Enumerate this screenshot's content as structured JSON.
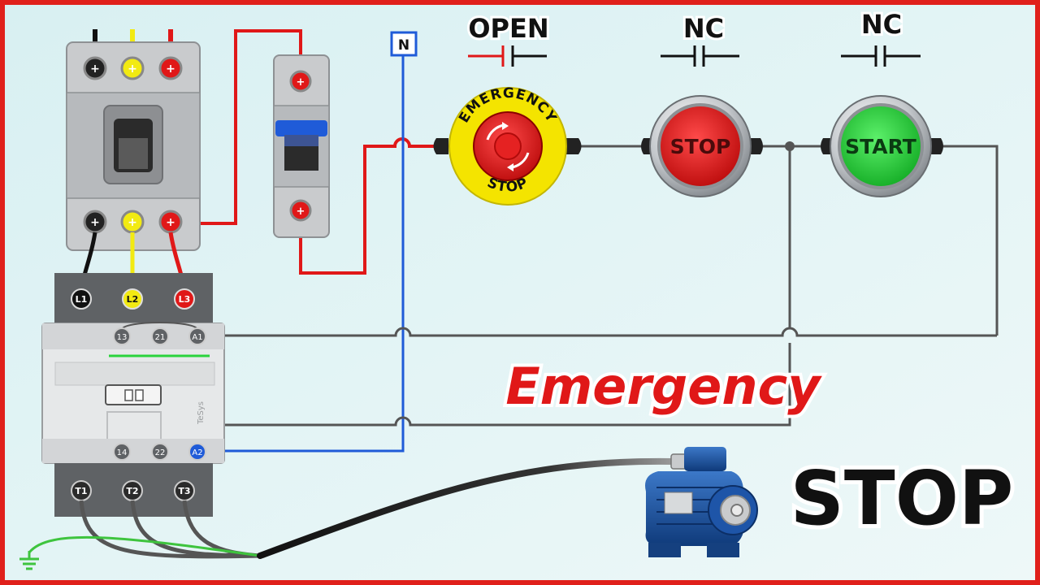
{
  "circuit": {
    "breaker_top_terminals": [
      "+",
      "+",
      "+"
    ],
    "breaker_bottom_terminals": [
      "+",
      "+",
      "+"
    ],
    "mcb_terminals": [
      "+",
      "+"
    ],
    "neutral_label": "N",
    "contactor": {
      "line_terminals": [
        "L1",
        "L2",
        "L3"
      ],
      "aux_top_terminals": [
        "13",
        "21",
        "A1"
      ],
      "aux_bottom_terminals": [
        "14",
        "22",
        "A2"
      ],
      "load_terminals": [
        "T1",
        "T2",
        "T3"
      ],
      "brand": "TeSys"
    },
    "contacts": {
      "emergency_type": "OPEN",
      "stop_type": "NC",
      "start_type": "NC"
    },
    "buttons": {
      "emergency_ring_top": "EMERGENCY",
      "emergency_ring_bottom": "STOP",
      "stop_label": "STOP",
      "start_label": "START"
    },
    "caption_emergency": "Emergency",
    "caption_stop": "STOP"
  },
  "colors": {
    "frame": "#e0201b",
    "background": "#dff2f4",
    "phase_black": "#111111",
    "phase_yellow": "#f2ea12",
    "phase_red": "#e01818",
    "neutral_blue": "#1f5bd8",
    "control_gray": "#555555",
    "earth_green": "#3ec43e",
    "stop_button": "#e52222",
    "start_button": "#2ad33c",
    "emergency_ring": "#f4e400"
  }
}
